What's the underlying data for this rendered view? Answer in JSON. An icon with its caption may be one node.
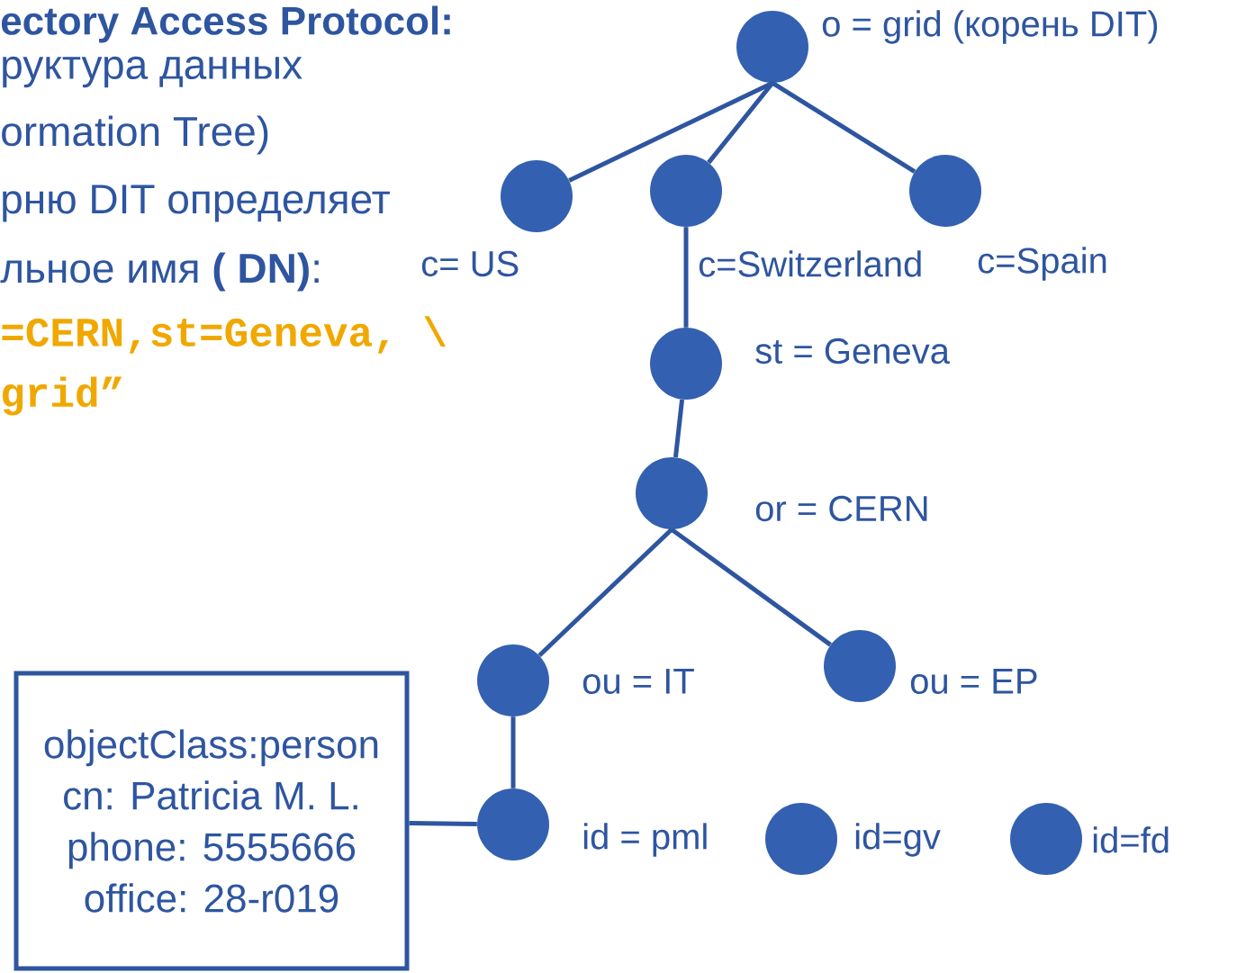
{
  "diagram": {
    "nodes": [
      {
        "text": [],
        "shape": "circle",
        "beside": [
          "o = grid (корень DIT)"
        ]
      },
      {
        "text": [],
        "shape": "circle",
        "beside": [
          "c= US"
        ]
      },
      {
        "text": [],
        "shape": "circle",
        "beside": [
          "c=Switzerland"
        ]
      },
      {
        "text": [],
        "shape": "circle",
        "beside": [
          "c=Spain"
        ]
      },
      {
        "text": [],
        "shape": "circle",
        "beside": [
          "st = Geneva"
        ]
      },
      {
        "text": [],
        "shape": "circle",
        "beside": [
          "or = CERN"
        ]
      },
      {
        "text": [],
        "shape": "circle",
        "beside": [
          "ou = IT"
        ]
      },
      {
        "text": [],
        "shape": "circle",
        "beside": [
          "ou = EP"
        ]
      },
      {
        "text": [],
        "shape": "circle",
        "beside": [
          "id = pml"
        ]
      },
      {
        "text": [],
        "shape": "circle",
        "beside": [
          "id=gv"
        ]
      },
      {
        "text": [],
        "shape": "circle",
        "beside": [
          "id=fd"
        ]
      },
      {
        "text": [
          "objectClass:person",
          "cn: Patricia M. L.",
          "phone: 5555666",
          "office: 28-r019"
        ]
      }
    ],
    "edges": [
      {
        "from": 0,
        "to": 1,
        "arrow": "none"
      },
      {
        "from": 0,
        "to": 2,
        "arrow": "none"
      },
      {
        "from": 0,
        "to": 3,
        "arrow": "none"
      },
      {
        "from": 2,
        "to": 4,
        "arrow": "none"
      },
      {
        "from": 4,
        "to": 5,
        "arrow": "none"
      },
      {
        "from": 5,
        "to": 6,
        "arrow": "none"
      },
      {
        "from": 5,
        "to": 7,
        "arrow": "none"
      },
      {
        "from": 6,
        "to": 8,
        "arrow": "none"
      },
      {
        "from": 11,
        "to": 8,
        "arrow": "none"
      }
    ],
    "labels": [
      "ectory Access Protocol:",
      "руктура данных",
      "ormation Tree)",
      "рню DIT определяет",
      "льное имя **( DN)**:",
      "=CERN,st=Geneva, \\",
      "grid”"
    ]
  }
}
